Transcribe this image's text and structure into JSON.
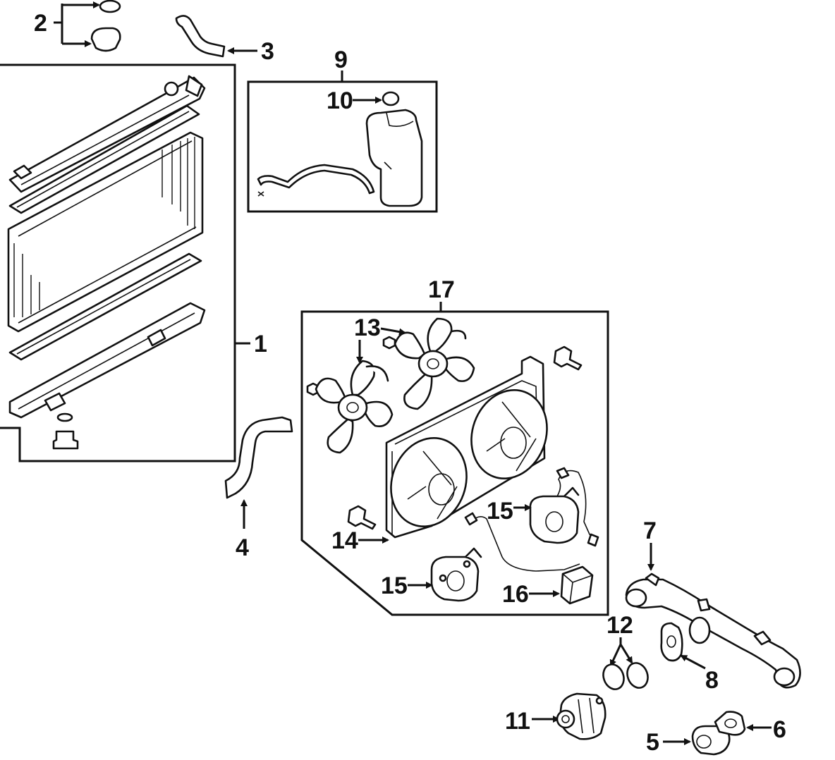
{
  "callouts": {
    "c1": "1",
    "c2": "2",
    "c3": "3",
    "c4": "4",
    "c5": "5",
    "c6": "6",
    "c7": "7",
    "c8": "8",
    "c9": "9",
    "c10": "10",
    "c11": "11",
    "c12": "12",
    "c13": "13",
    "c14": "14",
    "c15a": "15",
    "c15b": "15",
    "c16": "16",
    "c17": "17"
  },
  "colors": {
    "ink": "#111111",
    "paper": "#ffffff"
  }
}
